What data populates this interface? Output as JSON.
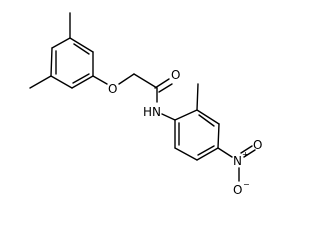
{
  "molecule": {
    "atoms": {
      "ether_oxygen": "O",
      "carbonyl_oxygen": "O",
      "amide_nitrogen": "HN",
      "nitro_nitrogen": "N",
      "nitro_nitrogen_charge": "+",
      "nitro_oxygen_top": "O",
      "nitro_oxygen_bottom": "O",
      "nitro_oxygen_bottom_charge": "−"
    },
    "colors": {
      "line": "#000000",
      "background": "#ffffff"
    }
  }
}
